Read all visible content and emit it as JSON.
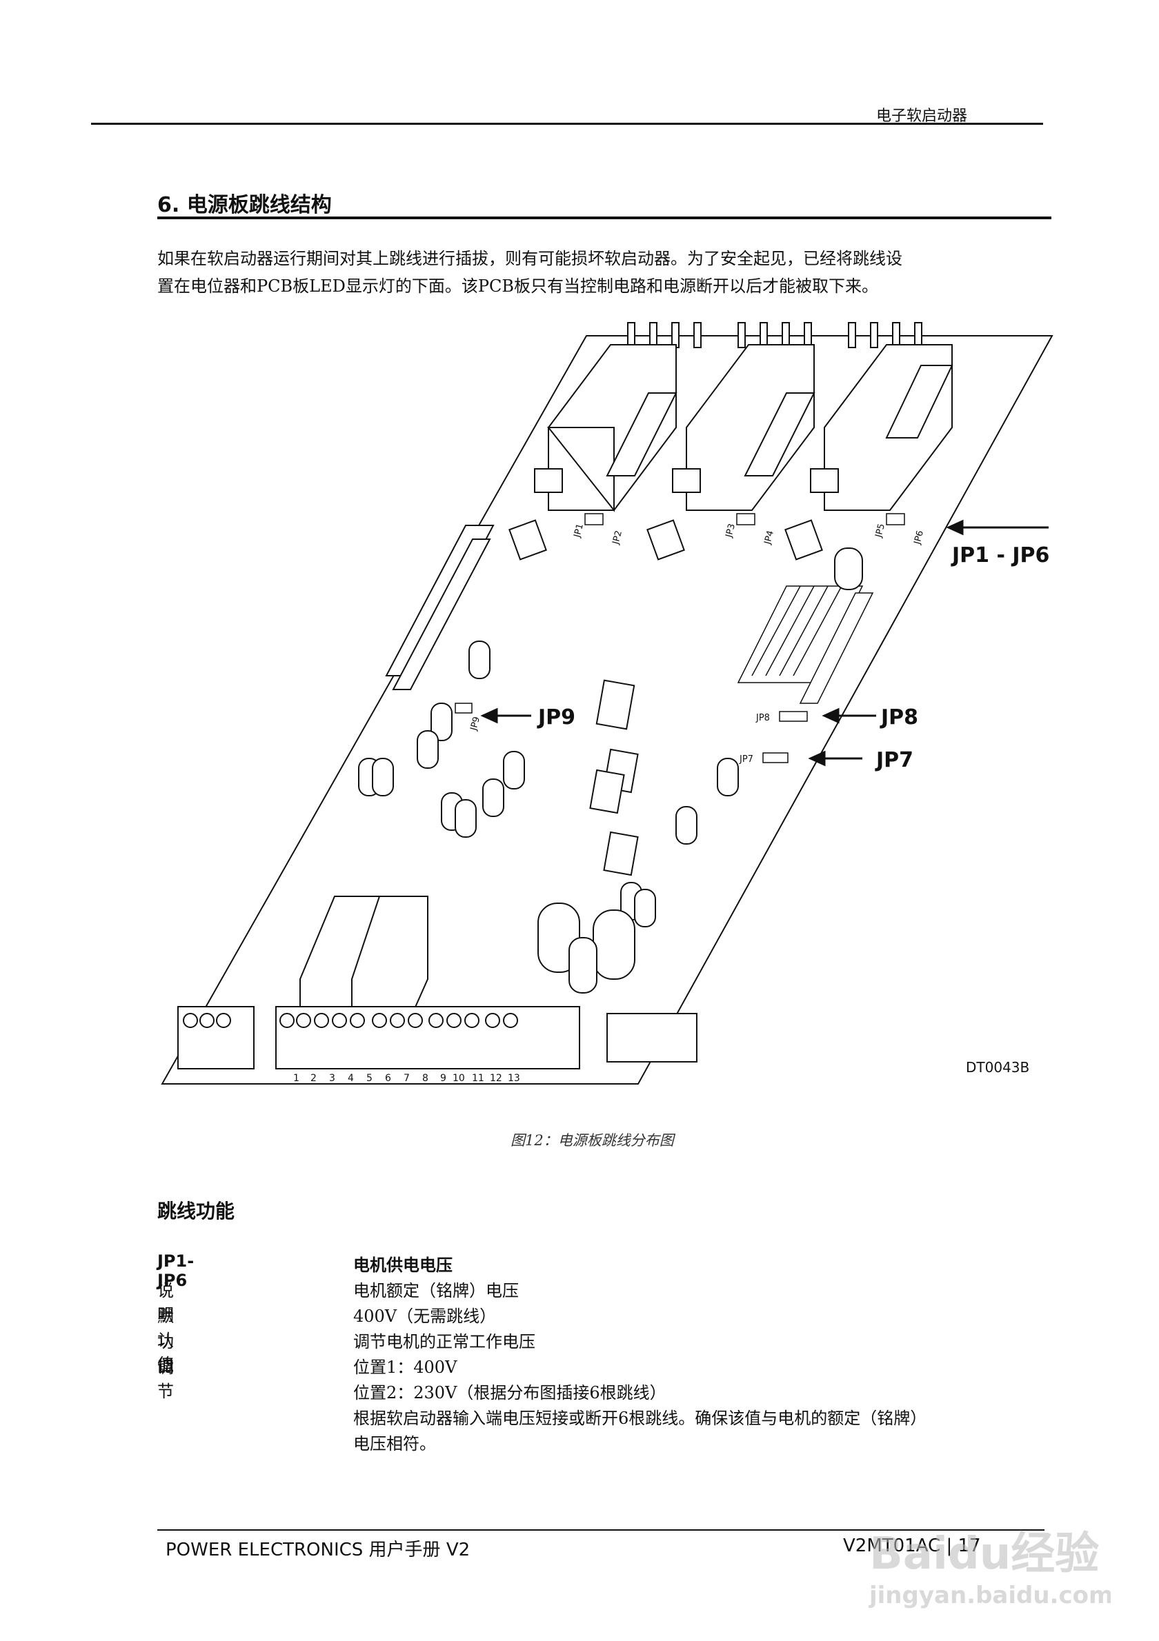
{
  "header": {
    "running_title": "电子软启动器"
  },
  "section": {
    "title": "6. 电源板跳线结构",
    "paragraph_lines": [
      "如果在软启动器运行期间对其上跳线进行插拔，则有可能损坏软启动器。为了安全起见，已经将跳线设",
      "置在电位器和PCB板LED显示灯的下面。该PCB板只有当控制电路和电源断开以后才能被取下来。"
    ]
  },
  "figure": {
    "labels": {
      "jp1_jp6": "JP1 - JP6",
      "jp9": "JP9",
      "jp8": "JP8",
      "jp7": "JP7",
      "drawing_code": "DT0043B"
    },
    "small_labels": [
      "JP1",
      "JP2",
      "JP3",
      "JP4",
      "JP5",
      "JP6",
      "JP9",
      "JP8",
      "JP7"
    ],
    "terminal_numbers": [
      "1",
      "2",
      "3",
      "4",
      "5",
      "6",
      "7",
      "8",
      "9",
      "10",
      "11",
      "12",
      "13"
    ],
    "caption": "图12：电源板跳线分布图"
  },
  "jumper_section": {
    "title": "跳线功能",
    "rows": [
      {
        "key": "JP1-JP6",
        "value": "电机供电电压",
        "bold": true
      },
      {
        "key": "说明",
        "value": "电机额定（铭牌）电压",
        "bold": false
      },
      {
        "key": "默认值",
        "value": "400V（无需跳线）",
        "bold": false
      },
      {
        "key": "功能",
        "value": "调节电机的正常工作电压",
        "bold": false
      },
      {
        "key": "调节",
        "value": "位置1：400V",
        "bold": false
      },
      {
        "key": "",
        "value": "位置2：230V（根据分布图插接6根跳线）",
        "bold": false
      },
      {
        "key": "",
        "value": "根据软启动器输入端电压短接或断开6根跳线。确保该值与电机的额定（铭牌）",
        "bold": false
      },
      {
        "key": "",
        "value": "电压相符。",
        "bold": false
      }
    ]
  },
  "footer": {
    "left": "POWER ELECTRONICS  用户手册 V2",
    "right": "V2MT01AC | 17"
  },
  "watermark": {
    "text_top": "Baidu经验",
    "text_bottom": "jingyan.baidu.com"
  }
}
